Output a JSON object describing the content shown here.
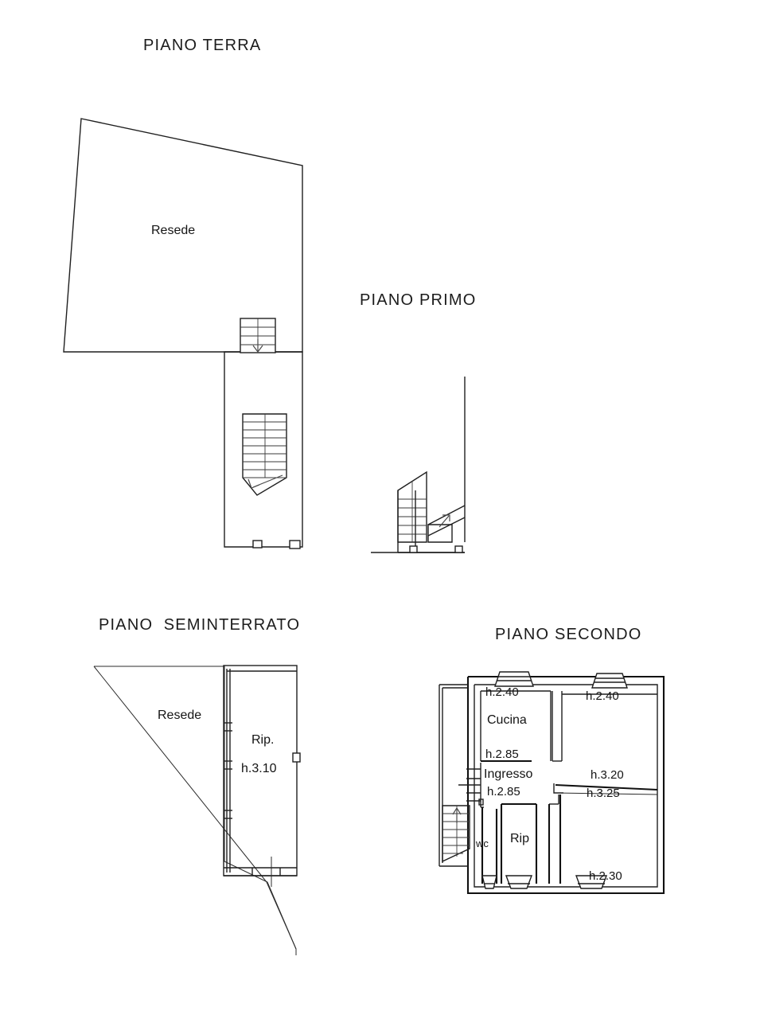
{
  "document": {
    "kind": "floor-plan-drawing",
    "background_color": "#ffffff",
    "line_color": "#1f1f1f"
  },
  "plans": {
    "piano_terra": {
      "title": "PIANO TERRA",
      "labels": {
        "resede": "Resede"
      }
    },
    "piano_primo": {
      "title": "PIANO PRIMO",
      "labels": {}
    },
    "piano_seminterrato": {
      "title": "PIANO  SEMINTERRATO",
      "labels": {
        "resede": "Resede",
        "rip": "Rip.",
        "height": "h.3.10"
      }
    },
    "piano_secondo": {
      "title": "PIANO SECONDO",
      "labels": {
        "cucina": "Cucina",
        "cucina_height_top": "h.2.40",
        "cucina_height_bottom": "h.2.85",
        "room_top_right_height": "h.2.40",
        "ingresso": "Ingresso",
        "ingresso_height": "h.2.85",
        "corridoio_height_upper": "h.3.20",
        "corridoio_height_lower": "h.3.25",
        "wc": "wc",
        "rip": "Rip",
        "room_bottom_right_height": "h.2.30"
      }
    }
  }
}
